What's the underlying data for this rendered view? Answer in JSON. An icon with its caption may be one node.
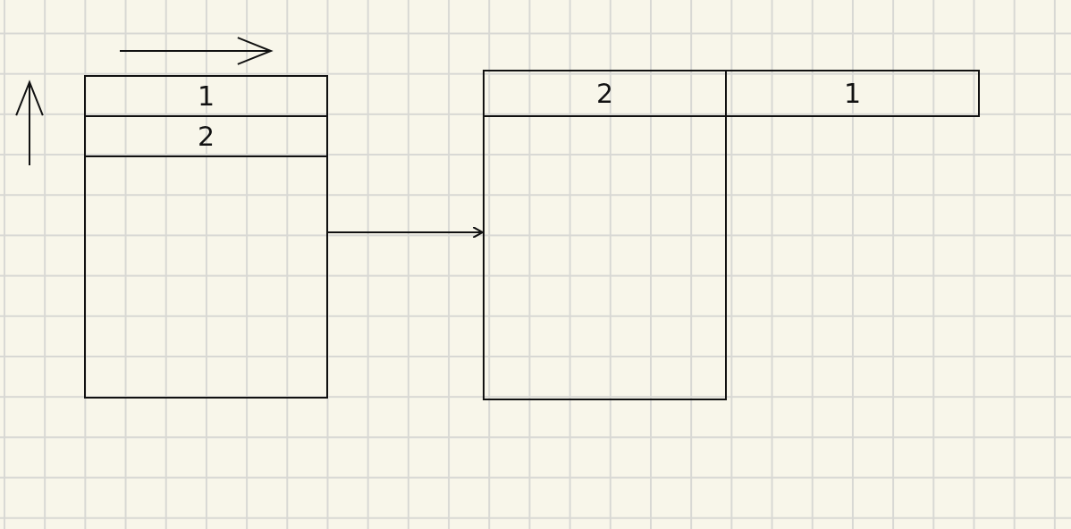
{
  "diagram": {
    "nodes": [
      {
        "text": [],
        "shape": "box"
      },
      {
        "text": [
          "1"
        ],
        "in": 0
      },
      {
        "text": [
          "2"
        ],
        "in": 0
      },
      {
        "text": [],
        "shape": "box"
      },
      {
        "text": [
          "2"
        ],
        "in": 3
      },
      {
        "text": [
          "1"
        ]
      }
    ],
    "edges": [
      {
        "from": 0,
        "to": 3,
        "arrow": "to"
      }
    ]
  }
}
